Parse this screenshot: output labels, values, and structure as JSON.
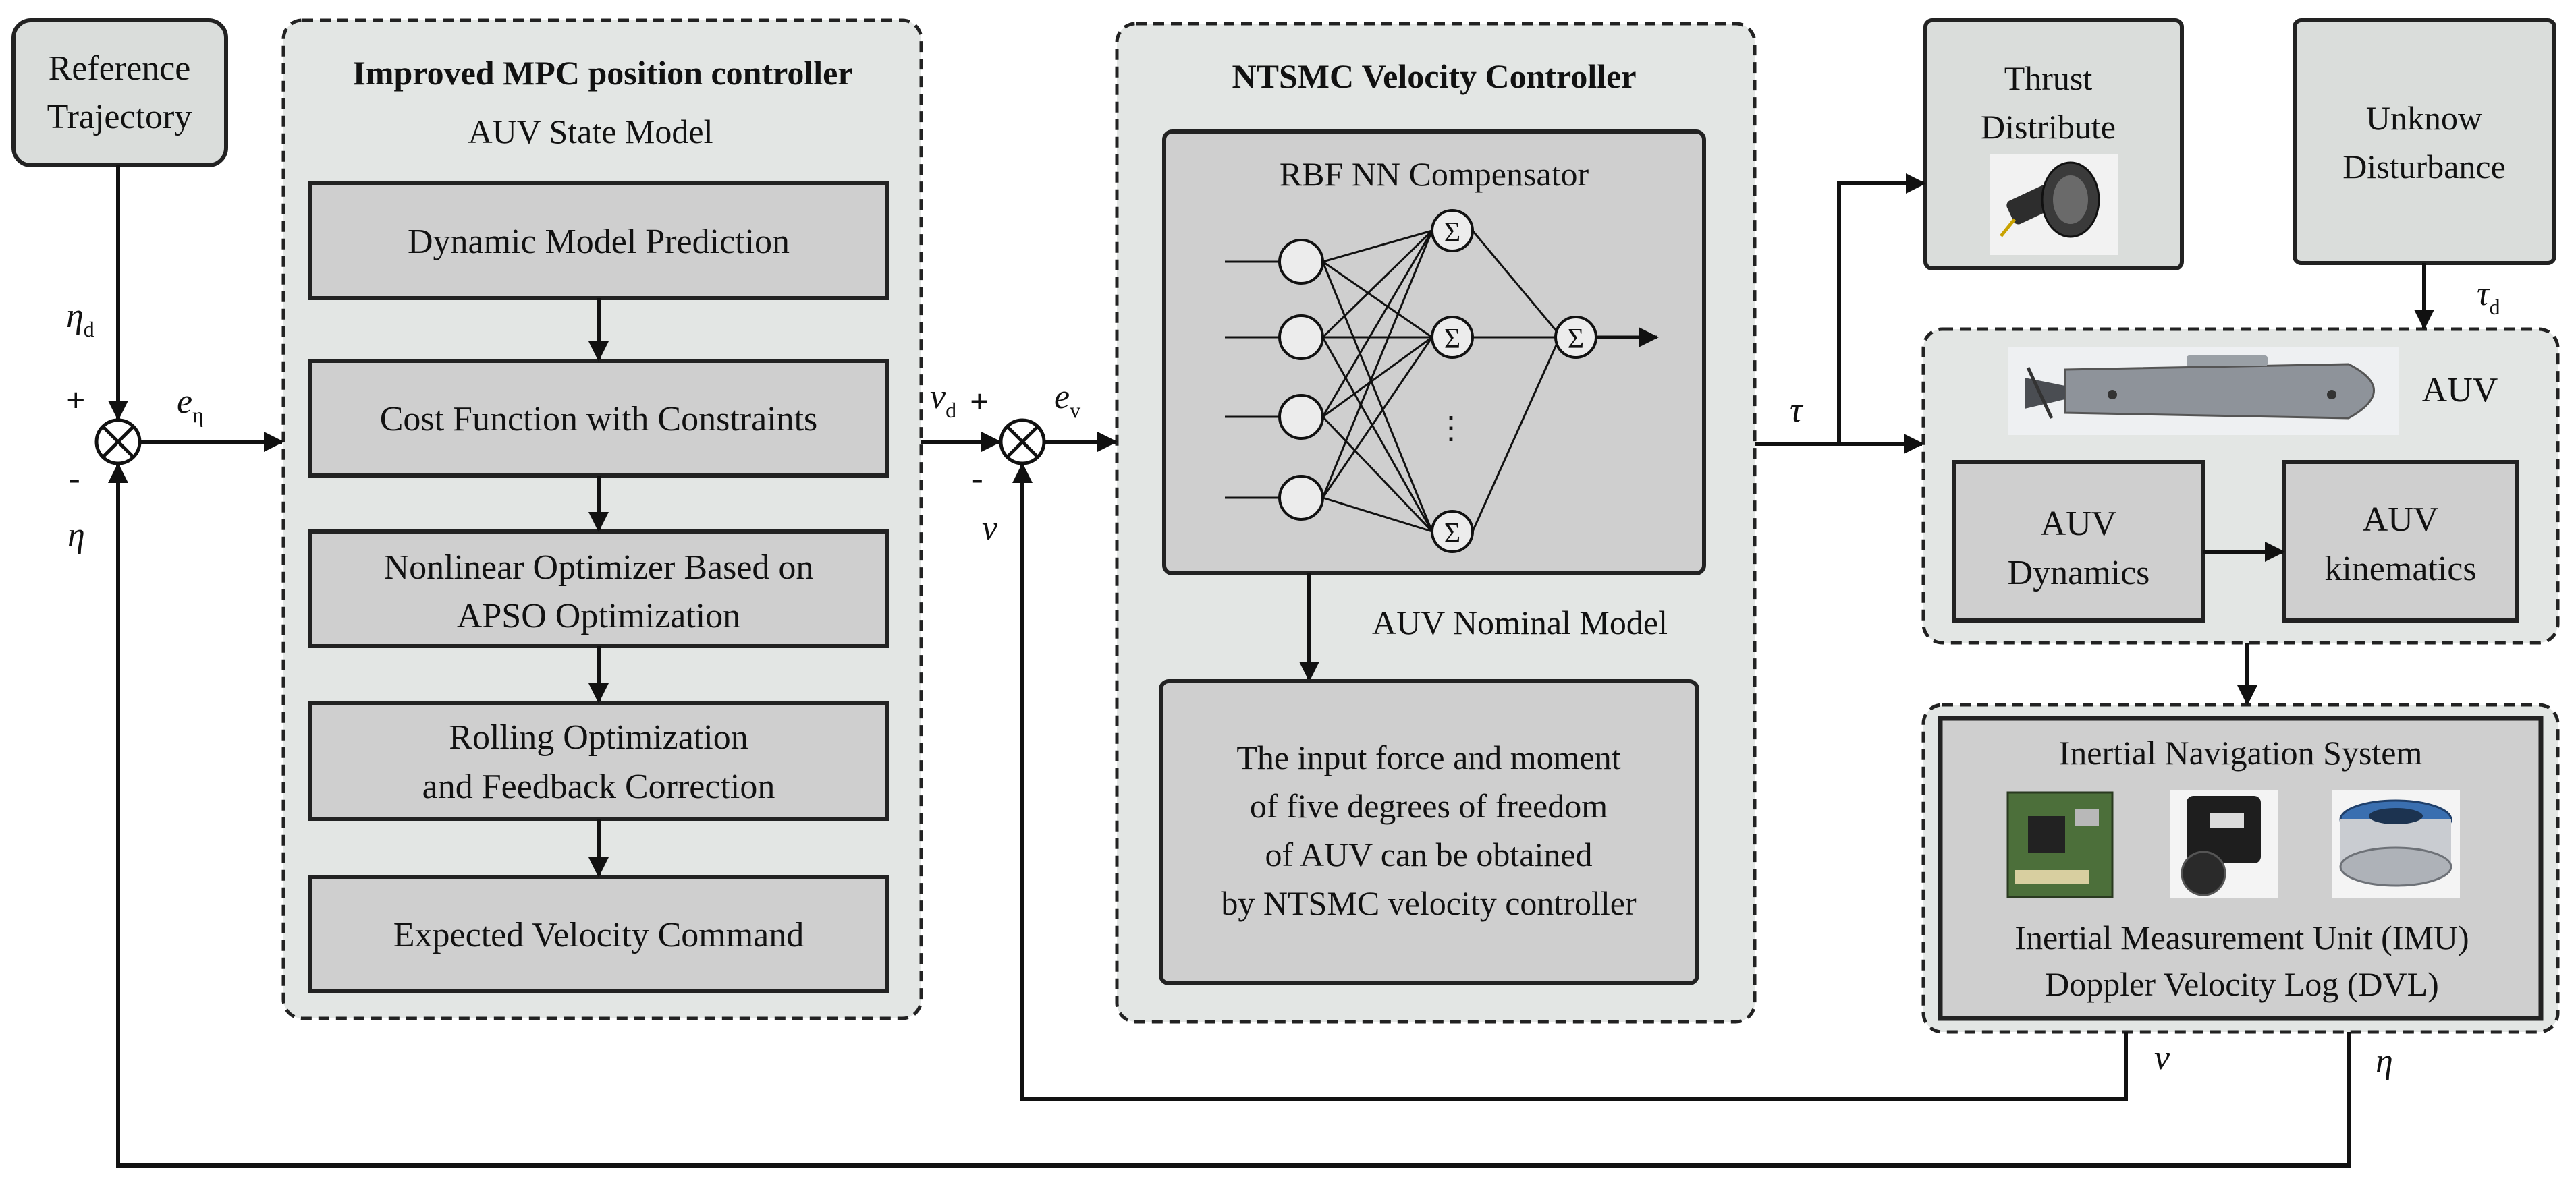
{
  "reference": {
    "line1": "Reference",
    "line2": "Trajectory"
  },
  "mpc": {
    "title": "Improved MPC position controller",
    "state_model": "AUV State Model",
    "steps": [
      {
        "line1": "Dynamic Model Prediction",
        "line2": ""
      },
      {
        "line1": "Cost Function with Constraints",
        "line2": ""
      },
      {
        "line1": "Nonlinear Optimizer Based on",
        "line2": "APSO Optimization"
      },
      {
        "line1": "Rolling Optimization",
        "line2": "and Feedback Correction"
      },
      {
        "line1": "Expected Velocity Command",
        "line2": ""
      }
    ]
  },
  "ntsmc": {
    "title": "NTSMC Velocity Controller",
    "rbf_title": "RBF NN Compensator",
    "sigma": "Σ",
    "dots": "⋮",
    "nominal_model": "AUV Nominal Model",
    "output_lines": [
      "The input force and moment",
      "of five degrees of freedom",
      "of AUV can be obtained",
      "by NTSMC velocity controller"
    ]
  },
  "thrust": {
    "line1": "Thrust",
    "line2": "Distribute"
  },
  "disturbance": {
    "line1": "Unknow",
    "line2": "Disturbance"
  },
  "auv": {
    "label": "AUV",
    "dynamics": {
      "line1": "AUV",
      "line2": "Dynamics"
    },
    "kinematics": {
      "line1": "AUV",
      "line2": "kinematics"
    }
  },
  "ins": {
    "title": "Inertial Navigation System",
    "imu": "Inertial Measurement Unit (IMU)",
    "dvl": "Doppler Velocity Log (DVL)"
  },
  "signals": {
    "eta": "η",
    "eta_d_sym": "η",
    "eta_d_sub": "d",
    "e_sym": "e",
    "e_eta_sub": "η",
    "e_v_sub": "v",
    "v": "v",
    "v_d_sym": "v",
    "v_d_sub": "d",
    "tau": "τ",
    "tau_d_sym": "τ",
    "tau_d_sub": "d",
    "plus": "+",
    "minus": "-"
  },
  "colors": {
    "group_bg": "#e3e6e4",
    "block_bg": "#cfcfcf",
    "outer_block_bg": "#dadddb",
    "line": "#111111"
  }
}
